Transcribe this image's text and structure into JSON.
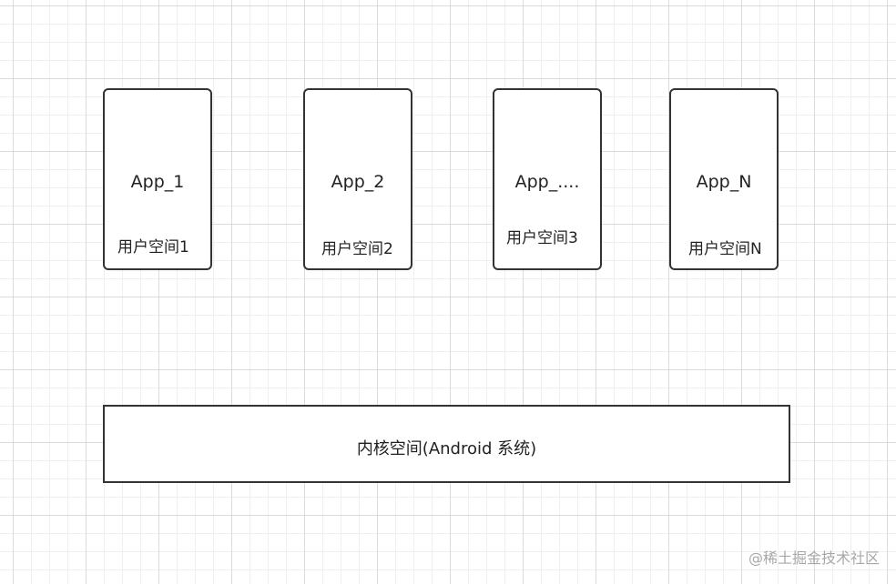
{
  "diagram": {
    "apps": [
      {
        "name": "App_1",
        "space": "用户空间1"
      },
      {
        "name": "App_2",
        "space": "用户空间2"
      },
      {
        "name": "App_....",
        "space": "用户空间3"
      },
      {
        "name": "App_N",
        "space": "用户空间N"
      }
    ],
    "kernel": {
      "label": "内核空间(Android 系统)"
    }
  },
  "watermark": {
    "text": "@稀土掘金技术社区"
  },
  "colors": {
    "border": "#333333",
    "grid_major": "#dcdcdc",
    "grid_minor": "#f0f0f0",
    "watermark": "#a8a8a8"
  }
}
